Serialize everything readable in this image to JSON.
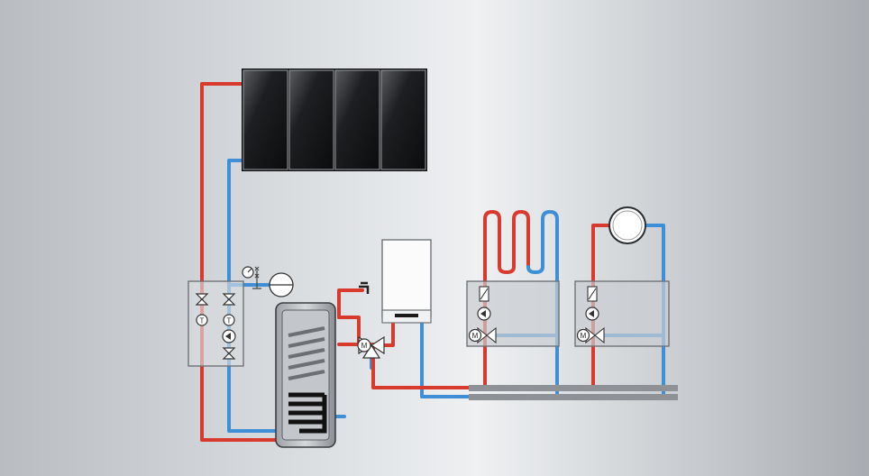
{
  "colors": {
    "hot": "#d83a2e",
    "cold": "#3e8fd6",
    "frame": "#6f7378",
    "unit_fill": "#c9ccd0",
    "manifold": "#8e9296",
    "collector_dark": "#111214",
    "background_center": "#eef0f2",
    "background_edge": "#aeb2b7"
  },
  "diagram": {
    "solar_collector": {
      "panel_count": 4
    },
    "solar_station": {
      "symbols": [
        "valve",
        "thermometer",
        "pump",
        "valve"
      ]
    },
    "expansion_vessel": {},
    "storage_tank": {},
    "boiler": {},
    "mixing_valve": {
      "label": "M"
    },
    "heating_circuits": [
      {
        "type": "floor-heating",
        "mixer_label": "M"
      },
      {
        "type": "radiator",
        "mixer_label": "M"
      }
    ],
    "hot_water_tap": {}
  }
}
